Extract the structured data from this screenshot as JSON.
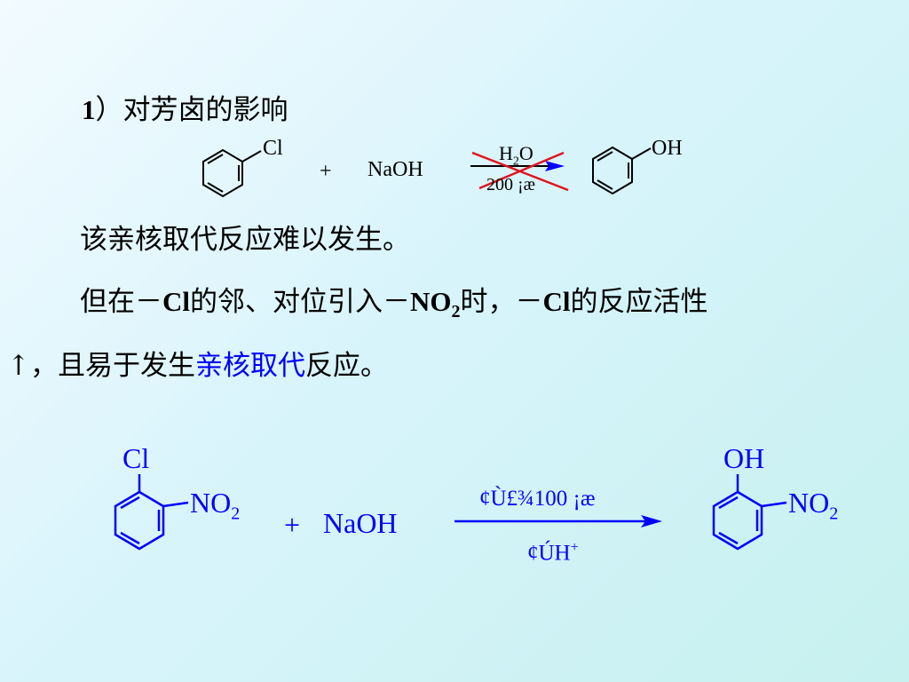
{
  "heading": {
    "num": "1",
    "paren": "）",
    "text": "对芳卤的影响"
  },
  "reaction1": {
    "reactant_sub": "Cl",
    "plus": "+",
    "reagent": "NaOH",
    "cond_top_main": "H",
    "cond_top_sub": "2",
    "cond_top_tail": "O",
    "cond_bottom": "200 ¡æ",
    "product_sub": "OH"
  },
  "line1": "该亲核取代反应难以发生。",
  "line2": {
    "a": "但在－",
    "b": "Cl",
    "c": "的邻、对位引入－",
    "d": "NO",
    "d_sub": "2",
    "e": "时，－",
    "f": "Cl",
    "g": "的反应活性"
  },
  "line3": {
    "a": "↑，且易于发生",
    "b": "亲核取代",
    "c": "反应。"
  },
  "reaction2": {
    "reactant_top": "Cl",
    "reactant_side": "NO",
    "reactant_side_sub": "2",
    "plus": "+",
    "reagent": "NaOH",
    "cond_top": "¢Ù£¾100 ¡æ",
    "cond_bottom": "¢ÚH",
    "cond_bottom_sup": "+",
    "product_top": "OH",
    "product_side": "NO",
    "product_side_sub": "2"
  },
  "colors": {
    "blue": "#0000ff",
    "red": "#e0141e",
    "text": "#000000"
  }
}
